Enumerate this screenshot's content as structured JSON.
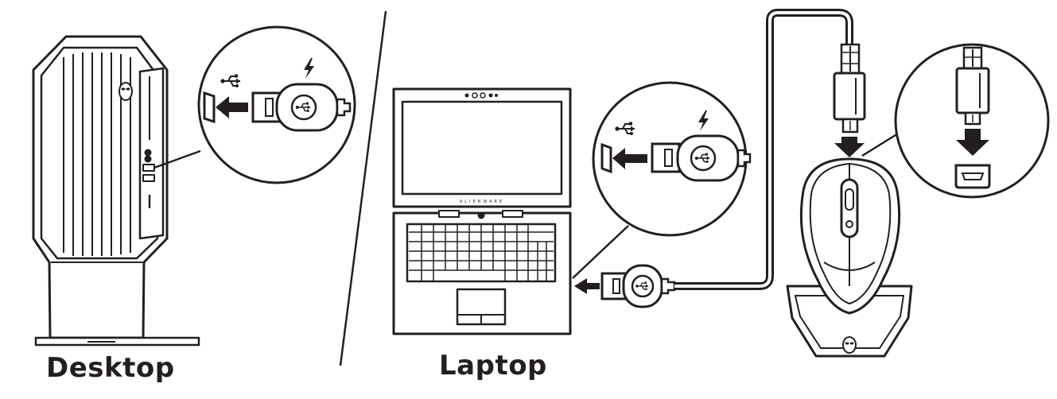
{
  "labels": {
    "desktop": "Desktop",
    "laptop": "Laptop",
    "laptop_brand": "ALIENWARE"
  },
  "icons": {
    "usb_symbol": "usb-icon",
    "charging_symbol": "lightning-bolt-icon",
    "insert_arrow": "arrow-icon",
    "brand_logo": "alien-head-logo"
  },
  "colors": {
    "line": "#231f20",
    "background": "#ffffff"
  }
}
